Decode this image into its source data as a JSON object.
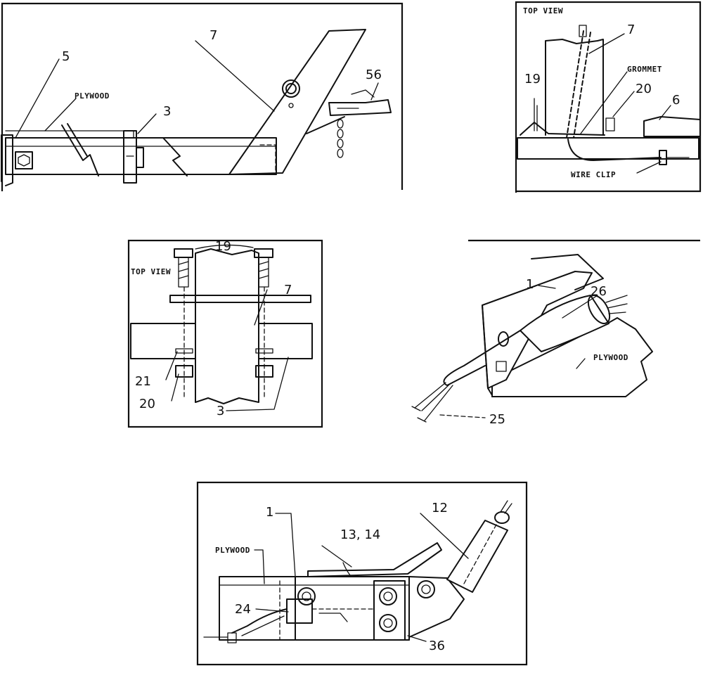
{
  "panel_hitch": {
    "labels": {
      "five": "5",
      "plywood": "PLYWOOD",
      "three": "3",
      "seven": "7",
      "fifty_six": "56"
    }
  },
  "panel_top_view_grommet": {
    "labels": {
      "top_view": "TOP VIEW",
      "seven": "7",
      "grommet": "GROMMET",
      "nineteen": "19",
      "twenty": "20",
      "six": "6",
      "wire_clip": "WIRE CLIP"
    }
  },
  "panel_top_view_bolts": {
    "labels": {
      "nineteen": "19",
      "top_view": "TOP VIEW",
      "seven": "7",
      "twenty_one": "21",
      "twenty": "20",
      "three": "3"
    }
  },
  "panel_plug_mount": {
    "labels": {
      "one": "1",
      "twenty_six": "26",
      "plywood": "PLYWOOD",
      "twenty_five": "25"
    }
  },
  "panel_coupler": {
    "labels": {
      "one": "1",
      "thirteen_fourteen": "13, 14",
      "twelve": "12",
      "plywood": "PLYWOOD",
      "twenty_four": "24",
      "thirty_six": "36"
    }
  }
}
